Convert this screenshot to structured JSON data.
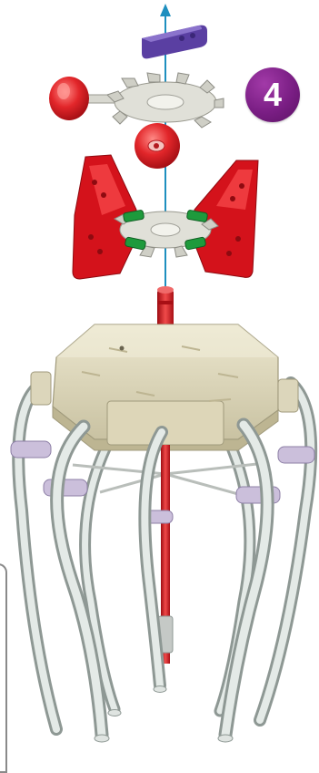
{
  "step": {
    "number": "4",
    "badge_color": "#7a1e84"
  },
  "colors": {
    "red": "#d4121b",
    "gray_part": "#dcdcd4",
    "purple_part": "#5a3fa2",
    "green_part": "#1e9a3c",
    "base_plate": "#e6e0c6",
    "tube": "#c4ccc8",
    "clip": "#cbbfdb",
    "axis_line": "#1e8fbf"
  },
  "parts": [
    {
      "name": "purple-clip",
      "color": "purple_part"
    },
    {
      "name": "gray-connector-hub",
      "color": "gray_part"
    },
    {
      "name": "red-bushing-on-rod",
      "color": "red"
    },
    {
      "name": "red-ball-hub",
      "color": "red"
    },
    {
      "name": "red-angle-connector-left",
      "color": "red"
    },
    {
      "name": "red-angle-connector-right",
      "color": "red"
    },
    {
      "name": "gray-center-hub",
      "color": "gray_part"
    },
    {
      "name": "green-connectors",
      "color": "green_part"
    },
    {
      "name": "red-vertical-rod",
      "color": "red"
    },
    {
      "name": "octagon-base-plate",
      "color": "base_plate"
    },
    {
      "name": "curved-leg-tubes",
      "color": "tube"
    }
  ]
}
